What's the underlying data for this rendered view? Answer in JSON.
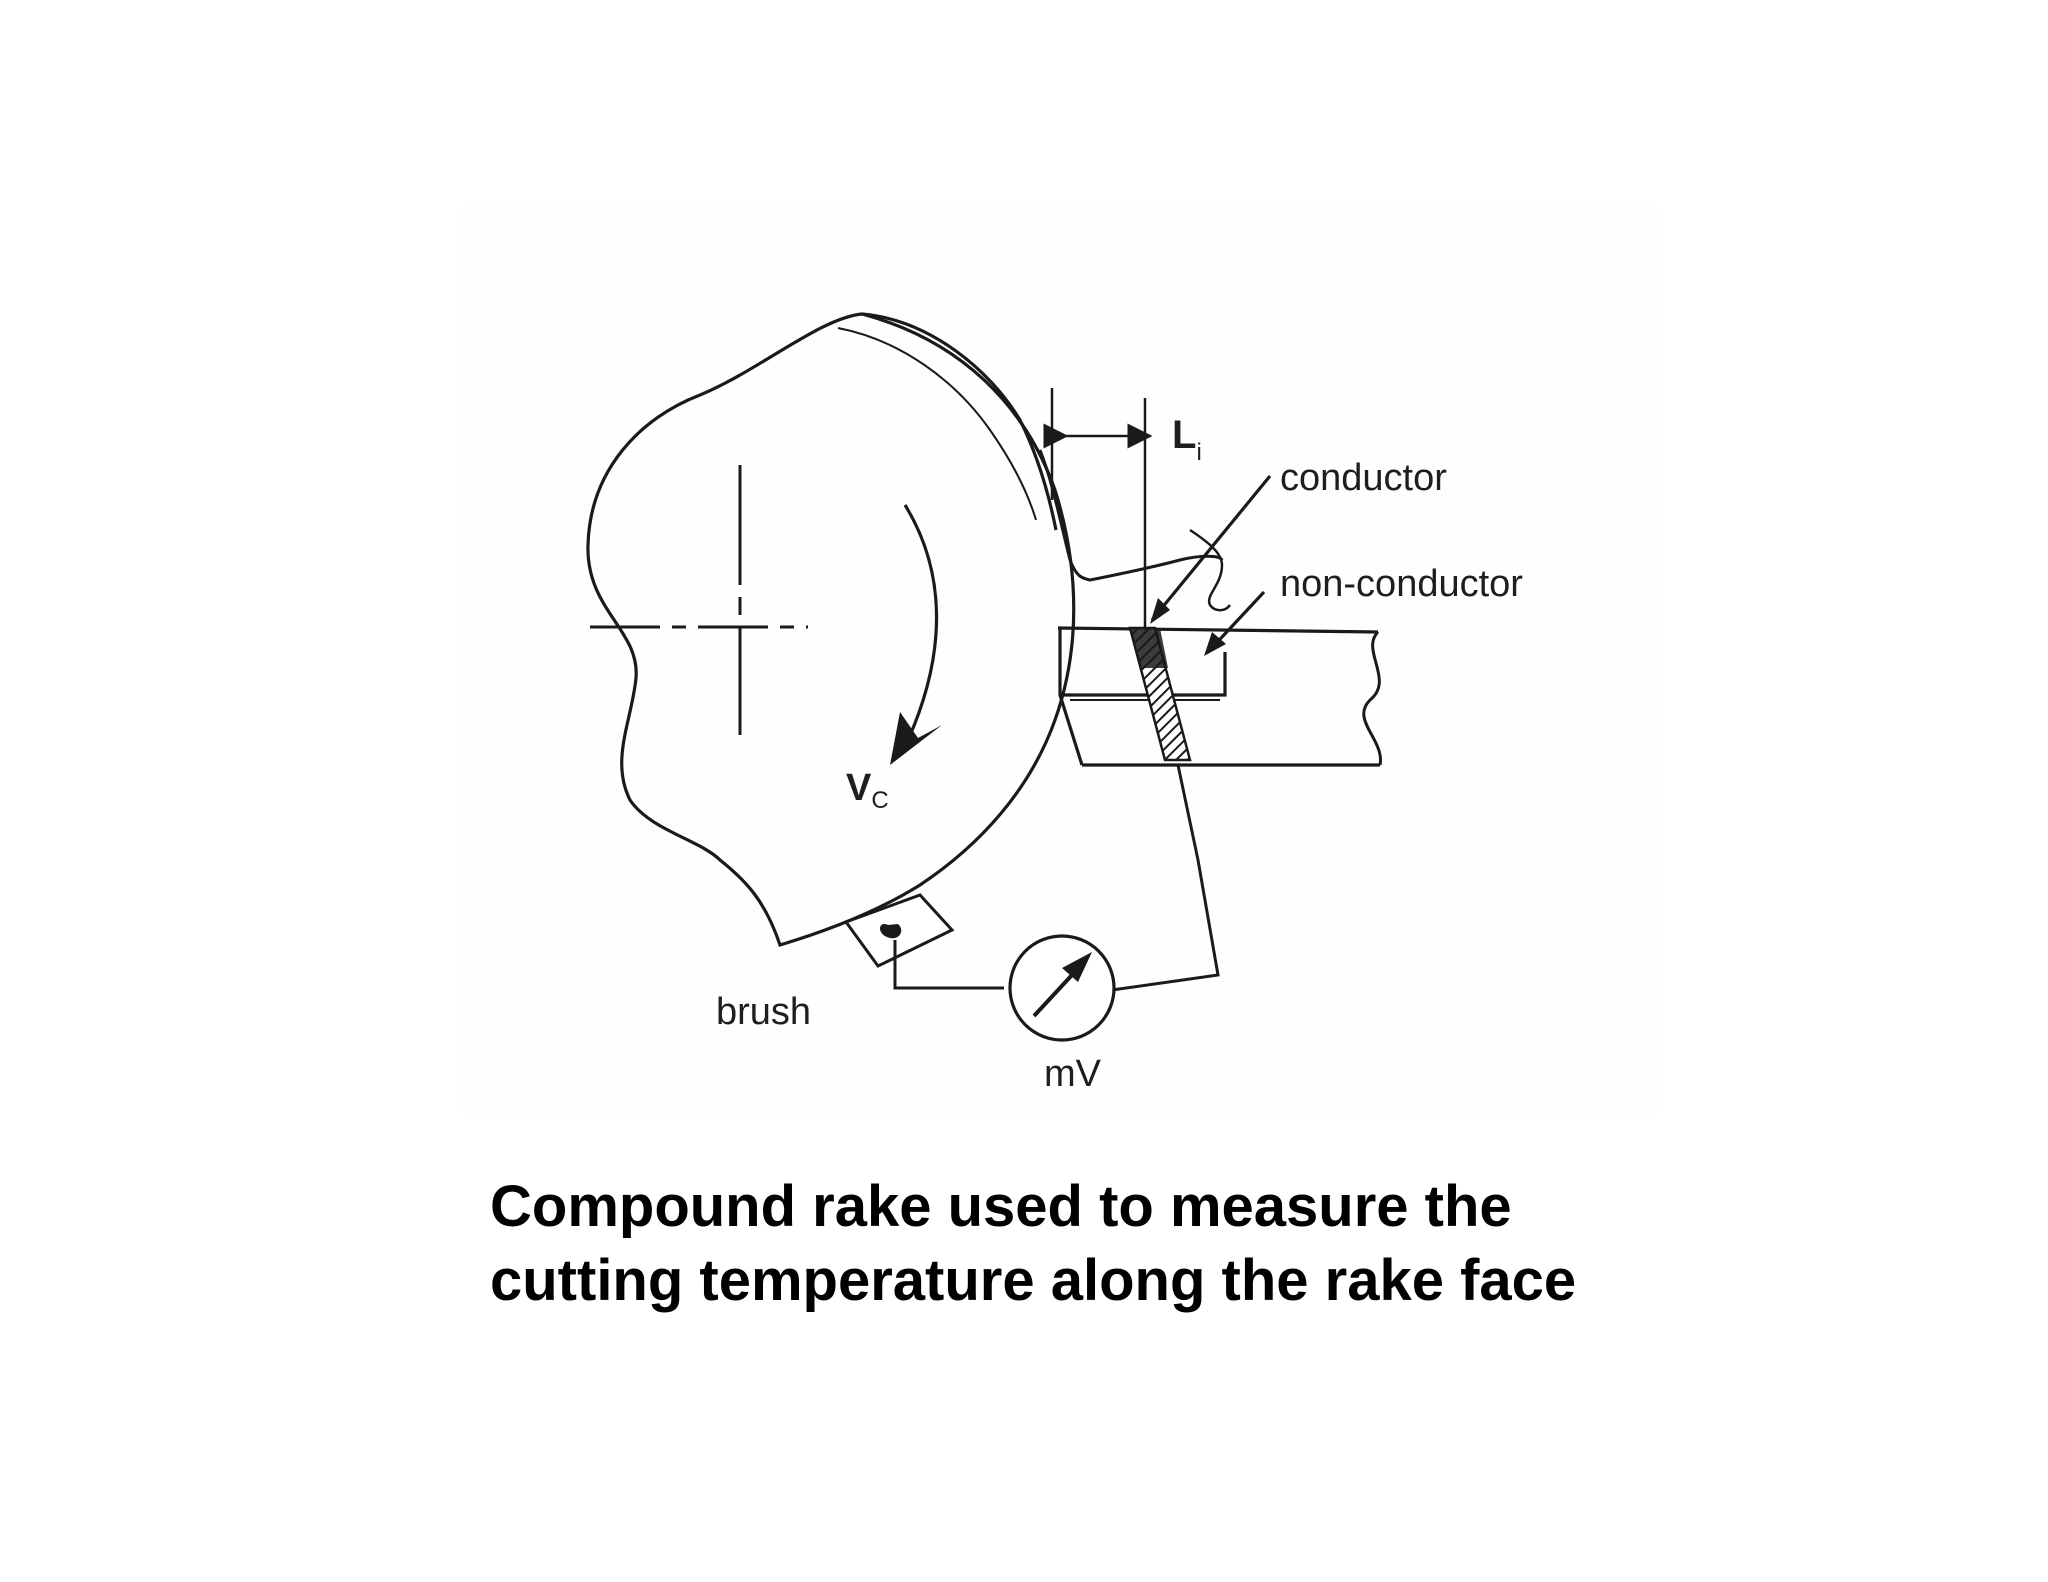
{
  "labels": {
    "length": "L",
    "length_sub": "i",
    "conductor": "conductor",
    "non_conductor": "non-conductor",
    "velocity": "V",
    "velocity_sub": "C",
    "brush": "brush",
    "meter_unit": "mV"
  },
  "caption": {
    "line1": "Compound rake used to measure the",
    "line2": "cutting temperature along the rake face"
  },
  "colors": {
    "ink": "#1a1a1a",
    "background": "#ffffff"
  }
}
